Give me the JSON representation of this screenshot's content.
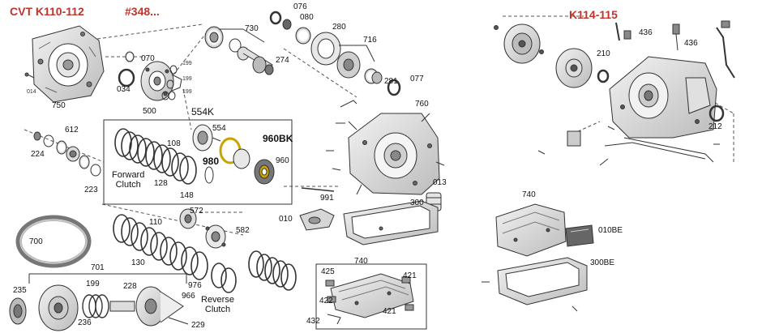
{
  "titles": {
    "left": "CVT K110-112",
    "code": "#348...",
    "right": "K114-115"
  },
  "colors": {
    "title": "#c0332b",
    "ink": "#111111",
    "line": "#333333",
    "part_fill": "#d9d9d9",
    "part_dark": "#8a8a8a"
  },
  "notes": {
    "forward_clutch_1": "Forward",
    "forward_clutch_2": "Clutch",
    "reverse_clutch_1": "Reverse",
    "reverse_clutch_2": "Clutch"
  },
  "callouts": {
    "p076": "076",
    "p080": "080",
    "p280": "280",
    "p730": "730",
    "p716": "716",
    "p274": "274",
    "p070": "070",
    "p199a": "199",
    "p199b": "199",
    "p199c": "199",
    "p034": "034",
    "p500": "500",
    "p750": "750",
    "p554k": "554K",
    "p281": "281",
    "p077": "077",
    "p760": "760",
    "p612": "612",
    "p554": "554",
    "p960bk": "960BK",
    "p108": "108",
    "p224": "224",
    "p980": "980",
    "p960": "960",
    "p128": "128",
    "p223": "223",
    "p148": "148",
    "p991": "991",
    "p013": "013",
    "p300": "300",
    "p010": "010",
    "p572": "572",
    "p110": "110",
    "p582": "582",
    "p700": "700",
    "p130": "130",
    "p740": "740",
    "p701": "701",
    "p425": "425",
    "p421a": "421",
    "p976": "976",
    "p966": "966",
    "p235": "235",
    "p199d": "199",
    "p228": "228",
    "p422": "422",
    "p421b": "421",
    "p236": "236",
    "p229": "229",
    "p432": "432",
    "r436a": "436",
    "r436b": "436",
    "r210": "210",
    "r212": "212",
    "r740": "740",
    "r010be": "010BE",
    "r300be": "300BE"
  },
  "small_marks": {
    "s014": "014"
  }
}
